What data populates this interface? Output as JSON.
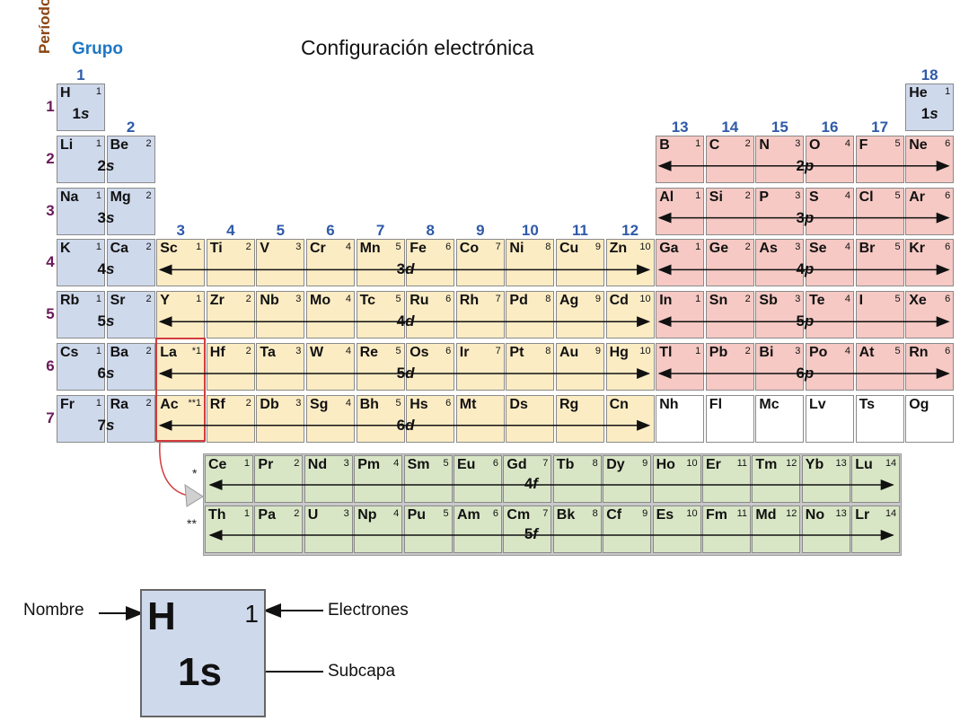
{
  "title": "Configuración electrónica",
  "period_label": "Período",
  "group_label": "Grupo",
  "groups": [
    "1",
    "2",
    "3",
    "4",
    "5",
    "6",
    "7",
    "8",
    "9",
    "10",
    "11",
    "12",
    "13",
    "14",
    "15",
    "16",
    "17",
    "18"
  ],
  "periods": [
    "1",
    "2",
    "3",
    "4",
    "5",
    "6",
    "7"
  ],
  "s_block": [
    {
      "sym": "H",
      "n": "1"
    },
    {
      "sym": "He",
      "n": "1"
    },
    {
      "sym": "Li",
      "n": "1"
    },
    {
      "sym": "Be",
      "n": "2"
    },
    {
      "sym": "Na",
      "n": "1"
    },
    {
      "sym": "Mg",
      "n": "2"
    },
    {
      "sym": "K",
      "n": "1"
    },
    {
      "sym": "Ca",
      "n": "2"
    },
    {
      "sym": "Rb",
      "n": "1"
    },
    {
      "sym": "Sr",
      "n": "2"
    },
    {
      "sym": "Cs",
      "n": "1"
    },
    {
      "sym": "Ba",
      "n": "2"
    },
    {
      "sym": "Fr",
      "n": "1"
    },
    {
      "sym": "Ra",
      "n": "2"
    }
  ],
  "s_labels": [
    "1s",
    "1s",
    "2s",
    "3s",
    "4s",
    "5s",
    "6s",
    "7s"
  ],
  "p_block": [
    [
      {
        "sym": "B",
        "n": "1"
      },
      {
        "sym": "C",
        "n": "2"
      },
      {
        "sym": "N",
        "n": "3"
      },
      {
        "sym": "O",
        "n": "4"
      },
      {
        "sym": "F",
        "n": "5"
      },
      {
        "sym": "Ne",
        "n": "6"
      }
    ],
    [
      {
        "sym": "Al",
        "n": "1"
      },
      {
        "sym": "Si",
        "n": "2"
      },
      {
        "sym": "P",
        "n": "3"
      },
      {
        "sym": "S",
        "n": "4"
      },
      {
        "sym": "Cl",
        "n": "5"
      },
      {
        "sym": "Ar",
        "n": "6"
      }
    ],
    [
      {
        "sym": "Ga",
        "n": "1"
      },
      {
        "sym": "Ge",
        "n": "2"
      },
      {
        "sym": "As",
        "n": "3"
      },
      {
        "sym": "Se",
        "n": "4"
      },
      {
        "sym": "Br",
        "n": "5"
      },
      {
        "sym": "Kr",
        "n": "6"
      }
    ],
    [
      {
        "sym": "In",
        "n": "1"
      },
      {
        "sym": "Sn",
        "n": "2"
      },
      {
        "sym": "Sb",
        "n": "3"
      },
      {
        "sym": "Te",
        "n": "4"
      },
      {
        "sym": "I",
        "n": "5"
      },
      {
        "sym": "Xe",
        "n": "6"
      }
    ],
    [
      {
        "sym": "Tl",
        "n": "1"
      },
      {
        "sym": "Pb",
        "n": "2"
      },
      {
        "sym": "Bi",
        "n": "3"
      },
      {
        "sym": "Po",
        "n": "4"
      },
      {
        "sym": "At",
        "n": "5"
      },
      {
        "sym": "Rn",
        "n": "6"
      }
    ],
    [
      {
        "sym": "Nh",
        "n": ""
      },
      {
        "sym": "Fl",
        "n": ""
      },
      {
        "sym": "Mc",
        "n": ""
      },
      {
        "sym": "Lv",
        "n": ""
      },
      {
        "sym": "Ts",
        "n": ""
      },
      {
        "sym": "Og",
        "n": ""
      }
    ]
  ],
  "p_labels": [
    "2p",
    "3p",
    "4p",
    "5p",
    "6p"
  ],
  "d_block": [
    [
      {
        "sym": "Sc",
        "n": "1"
      },
      {
        "sym": "Ti",
        "n": "2"
      },
      {
        "sym": "V",
        "n": "3"
      },
      {
        "sym": "Cr",
        "n": "4"
      },
      {
        "sym": "Mn",
        "n": "5"
      },
      {
        "sym": "Fe",
        "n": "6"
      },
      {
        "sym": "Co",
        "n": "7"
      },
      {
        "sym": "Ni",
        "n": "8"
      },
      {
        "sym": "Cu",
        "n": "9"
      },
      {
        "sym": "Zn",
        "n": "10"
      }
    ],
    [
      {
        "sym": "Y",
        "n": "1"
      },
      {
        "sym": "Zr",
        "n": "2"
      },
      {
        "sym": "Nb",
        "n": "3"
      },
      {
        "sym": "Mo",
        "n": "4"
      },
      {
        "sym": "Tc",
        "n": "5"
      },
      {
        "sym": "Ru",
        "n": "6"
      },
      {
        "sym": "Rh",
        "n": "7"
      },
      {
        "sym": "Pd",
        "n": "8"
      },
      {
        "sym": "Ag",
        "n": "9"
      },
      {
        "sym": "Cd",
        "n": "10"
      }
    ],
    [
      {
        "sym": "La",
        "n": "*1"
      },
      {
        "sym": "Hf",
        "n": "2"
      },
      {
        "sym": "Ta",
        "n": "3"
      },
      {
        "sym": "W",
        "n": "4"
      },
      {
        "sym": "Re",
        "n": "5"
      },
      {
        "sym": "Os",
        "n": "6"
      },
      {
        "sym": "Ir",
        "n": "7"
      },
      {
        "sym": "Pt",
        "n": "8"
      },
      {
        "sym": "Au",
        "n": "9"
      },
      {
        "sym": "Hg",
        "n": "10"
      }
    ],
    [
      {
        "sym": "Ac",
        "n": "**1"
      },
      {
        "sym": "Rf",
        "n": "2"
      },
      {
        "sym": "Db",
        "n": "3"
      },
      {
        "sym": "Sg",
        "n": "4"
      },
      {
        "sym": "Bh",
        "n": "5"
      },
      {
        "sym": "Hs",
        "n": "6"
      },
      {
        "sym": "Mt",
        "n": ""
      },
      {
        "sym": "Ds",
        "n": ""
      },
      {
        "sym": "Rg",
        "n": ""
      },
      {
        "sym": "Cn",
        "n": ""
      }
    ]
  ],
  "d_labels": [
    "3d",
    "4d",
    "5d",
    "6d"
  ],
  "f_block": [
    [
      {
        "sym": "Ce",
        "n": "1"
      },
      {
        "sym": "Pr",
        "n": "2"
      },
      {
        "sym": "Nd",
        "n": "3"
      },
      {
        "sym": "Pm",
        "n": "4"
      },
      {
        "sym": "Sm",
        "n": "5"
      },
      {
        "sym": "Eu",
        "n": "6"
      },
      {
        "sym": "Gd",
        "n": "7"
      },
      {
        "sym": "Tb",
        "n": "8"
      },
      {
        "sym": "Dy",
        "n": "9"
      },
      {
        "sym": "Ho",
        "n": "10"
      },
      {
        "sym": "Er",
        "n": "11"
      },
      {
        "sym": "Tm",
        "n": "12"
      },
      {
        "sym": "Yb",
        "n": "13"
      },
      {
        "sym": "Lu",
        "n": "14"
      }
    ],
    [
      {
        "sym": "Th",
        "n": "1"
      },
      {
        "sym": "Pa",
        "n": "2"
      },
      {
        "sym": "U",
        "n": "3"
      },
      {
        "sym": "Np",
        "n": "4"
      },
      {
        "sym": "Pu",
        "n": "5"
      },
      {
        "sym": "Am",
        "n": "6"
      },
      {
        "sym": "Cm",
        "n": "7"
      },
      {
        "sym": "Bk",
        "n": "8"
      },
      {
        "sym": "Cf",
        "n": "9"
      },
      {
        "sym": "Es",
        "n": "10"
      },
      {
        "sym": "Fm",
        "n": "11"
      },
      {
        "sym": "Md",
        "n": "12"
      },
      {
        "sym": "No",
        "n": "13"
      },
      {
        "sym": "Lr",
        "n": "14"
      }
    ]
  ],
  "f_labels": [
    "4f",
    "5f"
  ],
  "f_stars": [
    "*",
    "**"
  ],
  "legend": {
    "sym": "H",
    "count": "1",
    "subshell": "1s",
    "name_label": "Nombre",
    "electrons_label": "Electrones",
    "subshell_label": "Subcapa"
  },
  "colors": {
    "s_block": "#cfd9ec",
    "p_block": "#f6c9c4",
    "d_block": "#fcecc4",
    "f_block": "#d9e6c6",
    "highlight": "#d23c3c",
    "group_numbers": "#2f5aa8",
    "period_numbers": "#6b1a5a"
  }
}
